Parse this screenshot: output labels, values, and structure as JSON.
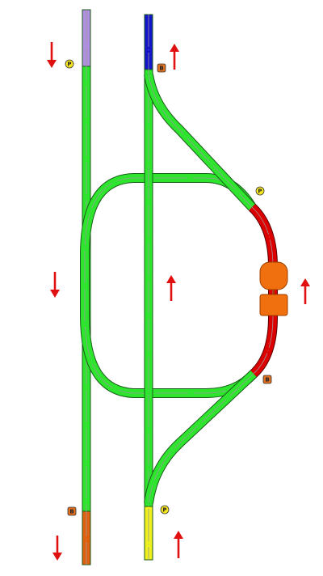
{
  "colors": {
    "background": "#ffffff",
    "track_free": "#2ee52e",
    "track_occupied": "#dd0000",
    "track_outline": "#1a5a1a",
    "track_occupied_outline": "#5a0000",
    "rail_centerline": "#9a9a9a",
    "arrow": "#e01010",
    "block_purple": "#b08ee0",
    "block_blue": "#1414c8",
    "block_orange": "#e06010",
    "block_yellow": "#f0f020",
    "train_body": "#f07010",
    "sensor_p": "#f8e820",
    "sensor_b": "#e07020"
  },
  "sensors": [
    {
      "id": "p-top-left",
      "label": "P",
      "kind": "sensor_p"
    },
    {
      "id": "b-top-right",
      "label": "B",
      "kind": "sensor_b"
    },
    {
      "id": "p-loop-right",
      "label": "P",
      "kind": "sensor_p"
    },
    {
      "id": "b-loop-lower-right",
      "label": "B",
      "kind": "sensor_b"
    },
    {
      "id": "b-bottom-left",
      "label": "B",
      "kind": "sensor_b"
    },
    {
      "id": "p-bottom-right",
      "label": "P",
      "kind": "sensor_p"
    }
  ],
  "direction_arrows": [
    {
      "id": "left-top",
      "direction": "down"
    },
    {
      "id": "left-mid",
      "direction": "down"
    },
    {
      "id": "left-bottom",
      "direction": "down"
    },
    {
      "id": "center-top",
      "direction": "up"
    },
    {
      "id": "center-mid",
      "direction": "up"
    },
    {
      "id": "center-bottom",
      "direction": "up"
    },
    {
      "id": "right-mid",
      "direction": "up"
    }
  ],
  "train": {
    "icon": "locomotive-icon",
    "occupies": "loop-right-block"
  }
}
